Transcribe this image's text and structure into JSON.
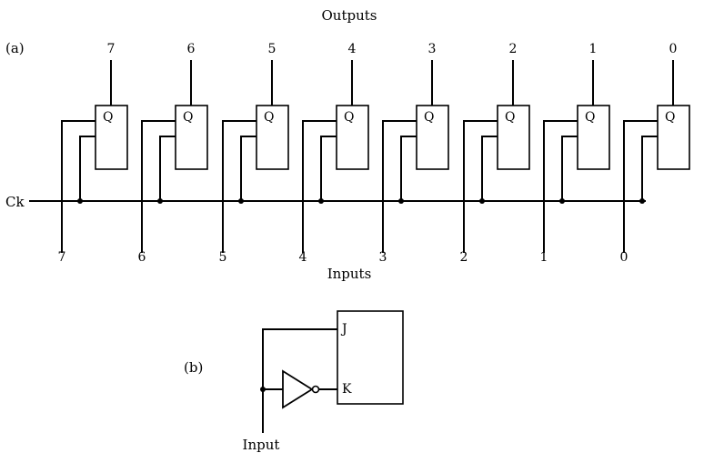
{
  "colors": {
    "ink": "#000000",
    "paper": "#ffffff"
  },
  "part_a": {
    "label": "(a)",
    "outputs_title": "Outputs",
    "inputs_title": "Inputs",
    "clock_label": "Ck",
    "q_label": "Q",
    "bits": [
      "7",
      "6",
      "5",
      "4",
      "3",
      "2",
      "1",
      "0"
    ]
  },
  "part_b": {
    "label": "(b)",
    "j_label": "J",
    "k_label": "K",
    "input_label": "Input"
  }
}
